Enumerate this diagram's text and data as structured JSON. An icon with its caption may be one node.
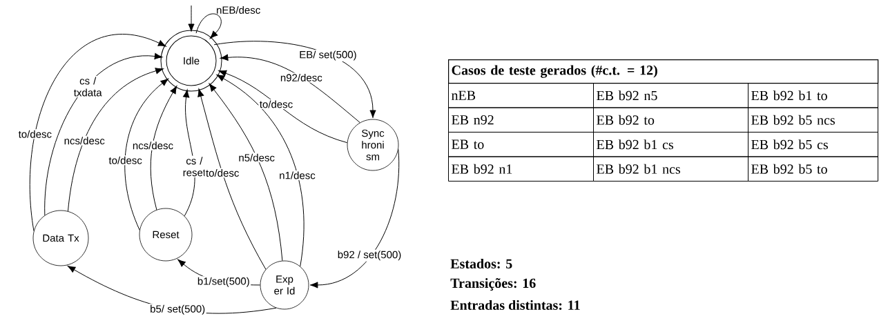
{
  "diagram": {
    "nodes": [
      {
        "text": [
          "Idle"
        ]
      },
      {
        "text": [
          "Sync hroni sm"
        ]
      },
      {
        "text": [
          "Data Tx"
        ]
      },
      {
        "text": [
          "Reset"
        ]
      },
      {
        "text": [
          "Exp er Id"
        ]
      }
    ],
    "edges": [
      {
        "from": null,
        "to": 0,
        "arrow": "to"
      },
      {
        "from": 0,
        "to": 0,
        "label": "nEB/desc",
        "arrow": "to"
      },
      {
        "from": 0,
        "to": 1,
        "label": "EB/ set(500)",
        "arrow": "to"
      },
      {
        "from": 1,
        "to": 0,
        "label": "n92/desc",
        "arrow": "to"
      },
      {
        "from": 1,
        "to": 0,
        "label": "to/desc",
        "arrow": "to"
      },
      {
        "from": 1,
        "to": 4,
        "label": "b92 / set(500)",
        "arrow": "to"
      },
      {
        "from": 2,
        "to": 0,
        "label": "to/desc",
        "arrow": "to"
      },
      {
        "from": 2,
        "to": 0,
        "label": "cs / txdata",
        "arrow": "to"
      },
      {
        "from": 2,
        "to": 0,
        "label": "ncs/desc",
        "arrow": "to"
      },
      {
        "from": 3,
        "to": 0,
        "label": "to/desc",
        "arrow": "to"
      },
      {
        "from": 3,
        "to": 0,
        "label": "ncs/desc",
        "arrow": "to"
      },
      {
        "from": 3,
        "to": 0,
        "label": "cs / reset",
        "arrow": "to"
      },
      {
        "from": 4,
        "to": 0,
        "label": "to/desc",
        "arrow": "to"
      },
      {
        "from": 4,
        "to": 0,
        "label": "n5/desc",
        "arrow": "to"
      },
      {
        "from": 4,
        "to": 0,
        "label": "n1/desc",
        "arrow": "to"
      },
      {
        "from": 4,
        "to": 3,
        "label": "b1/set(500)",
        "arrow": "to"
      },
      {
        "from": 4,
        "to": 2,
        "label": "b5/ set(500)",
        "arrow": "to"
      }
    ],
    "labels": [
      "Casos de teste gerados (#c.t. = 12)",
      "nEB",
      "EB b92 n5",
      "EB b92 b1 to",
      "EB n92",
      "EB b92 to",
      "EB b92 b5 ncs",
      "EB to",
      "EB b92 b1 cs",
      "EB b92 b5 cs",
      "EB b92 n1",
      "EB b92 b1 ncs",
      "EB b92 b5 to",
      "Estados: 5",
      "Transições: 16",
      "Entradas distintas: 11"
    ]
  }
}
